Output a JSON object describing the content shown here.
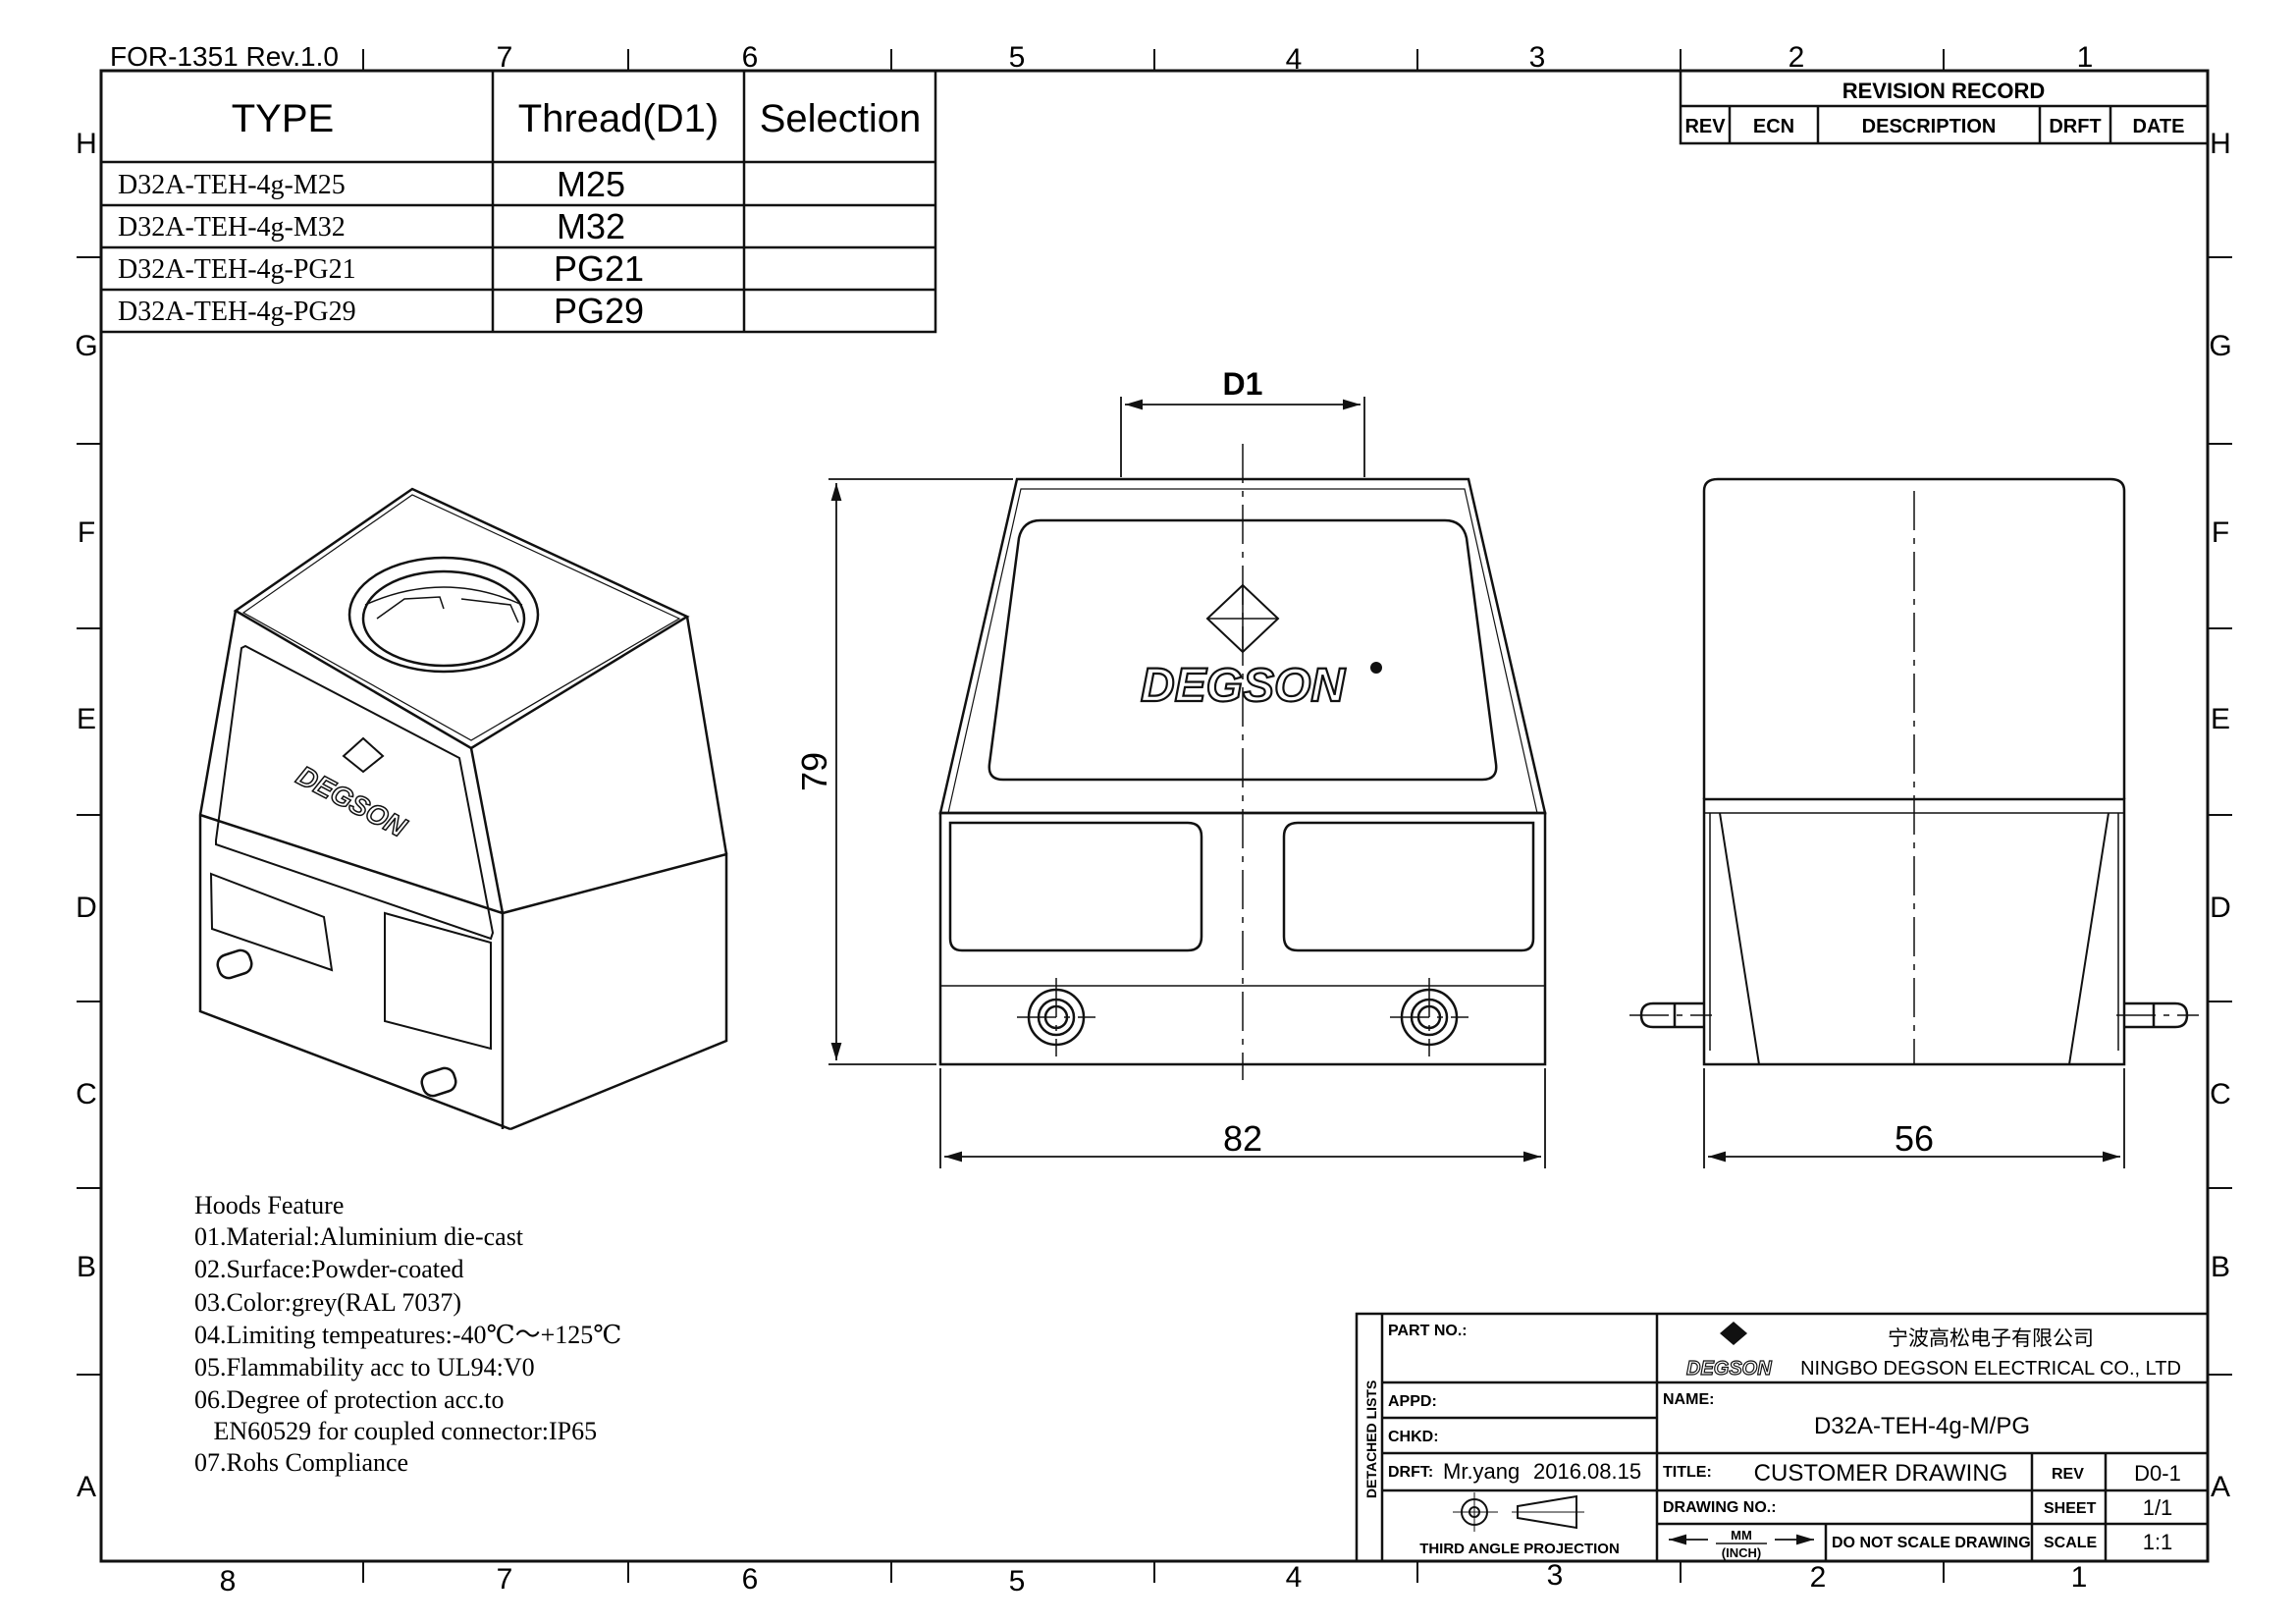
{
  "form_id": "FOR-1351  Rev.1.0",
  "zone_cols_top": [
    "7",
    "6",
    "5",
    "4",
    "3",
    "2",
    "1"
  ],
  "zone_cols_bottom": [
    "8",
    "7",
    "6",
    "5",
    "4",
    "3",
    "2",
    "1"
  ],
  "zone_rows": [
    "H",
    "G",
    "F",
    "E",
    "D",
    "C",
    "B",
    "A"
  ],
  "type_table": {
    "headers": [
      "TYPE",
      "Thread(D1)",
      "Selection"
    ],
    "rows": [
      {
        "type": "D32A-TEH-4g-M25",
        "thread": "M25",
        "selection": ""
      },
      {
        "type": "D32A-TEH-4g-M32",
        "thread": "M32",
        "selection": ""
      },
      {
        "type": "D32A-TEH-4g-PG21",
        "thread": "PG21",
        "selection": ""
      },
      {
        "type": "D32A-TEH-4g-PG29",
        "thread": "PG29",
        "selection": ""
      }
    ]
  },
  "revision_record": {
    "title": "REVISION RECORD",
    "headers": [
      "REV",
      "ECN",
      "DESCRIPTION",
      "DRFT",
      "DATE"
    ]
  },
  "dimensions": {
    "d1": "D1",
    "height": "79",
    "front_width": "82",
    "side_width": "56"
  },
  "brand": "DEGSON",
  "features": {
    "title": "Hoods Feature",
    "items": [
      "01.Material:Aluminium die-cast",
      "02.Surface:Powder-coated",
      "03.Color:grey(RAL 7037)",
      "04.Limiting tempeatures:-40℃～+125℃",
      "05.Flammability acc to UL94:V0",
      "06.Degree of protection acc.to",
      "   EN60529 for coupled connector:IP65",
      "07.Rohs Compliance"
    ]
  },
  "title_block": {
    "detached_lists": "DETACHED LISTS",
    "part_no_label": "PART NO.:",
    "appd_label": "APPD:",
    "chkd_label": "CHKD:",
    "drft_label": "DRFT:",
    "drafter": "Mr.yang",
    "date": "2016.08.15",
    "projection": "THIRD ANGLE PROJECTION",
    "company_cn": "宁波高松电子有限公司",
    "company_en": "NINGBO DEGSON ELECTRICAL CO., LTD",
    "name_label": "NAME:",
    "name_value": "D32A-TEH-4g-M/PG",
    "title_label": "TITLE:",
    "title_value": "CUSTOMER DRAWING",
    "rev_label": "REV",
    "rev_value": "D0-1",
    "drawing_no_label": "DRAWING NO.:",
    "sheet_label": "SHEET",
    "sheet_value": "1/1",
    "units_mm": "MM",
    "units_inch": "(INCH)",
    "no_scale": "DO NOT SCALE DRAWING",
    "scale_label": "SCALE",
    "scale_value": "1:1"
  }
}
